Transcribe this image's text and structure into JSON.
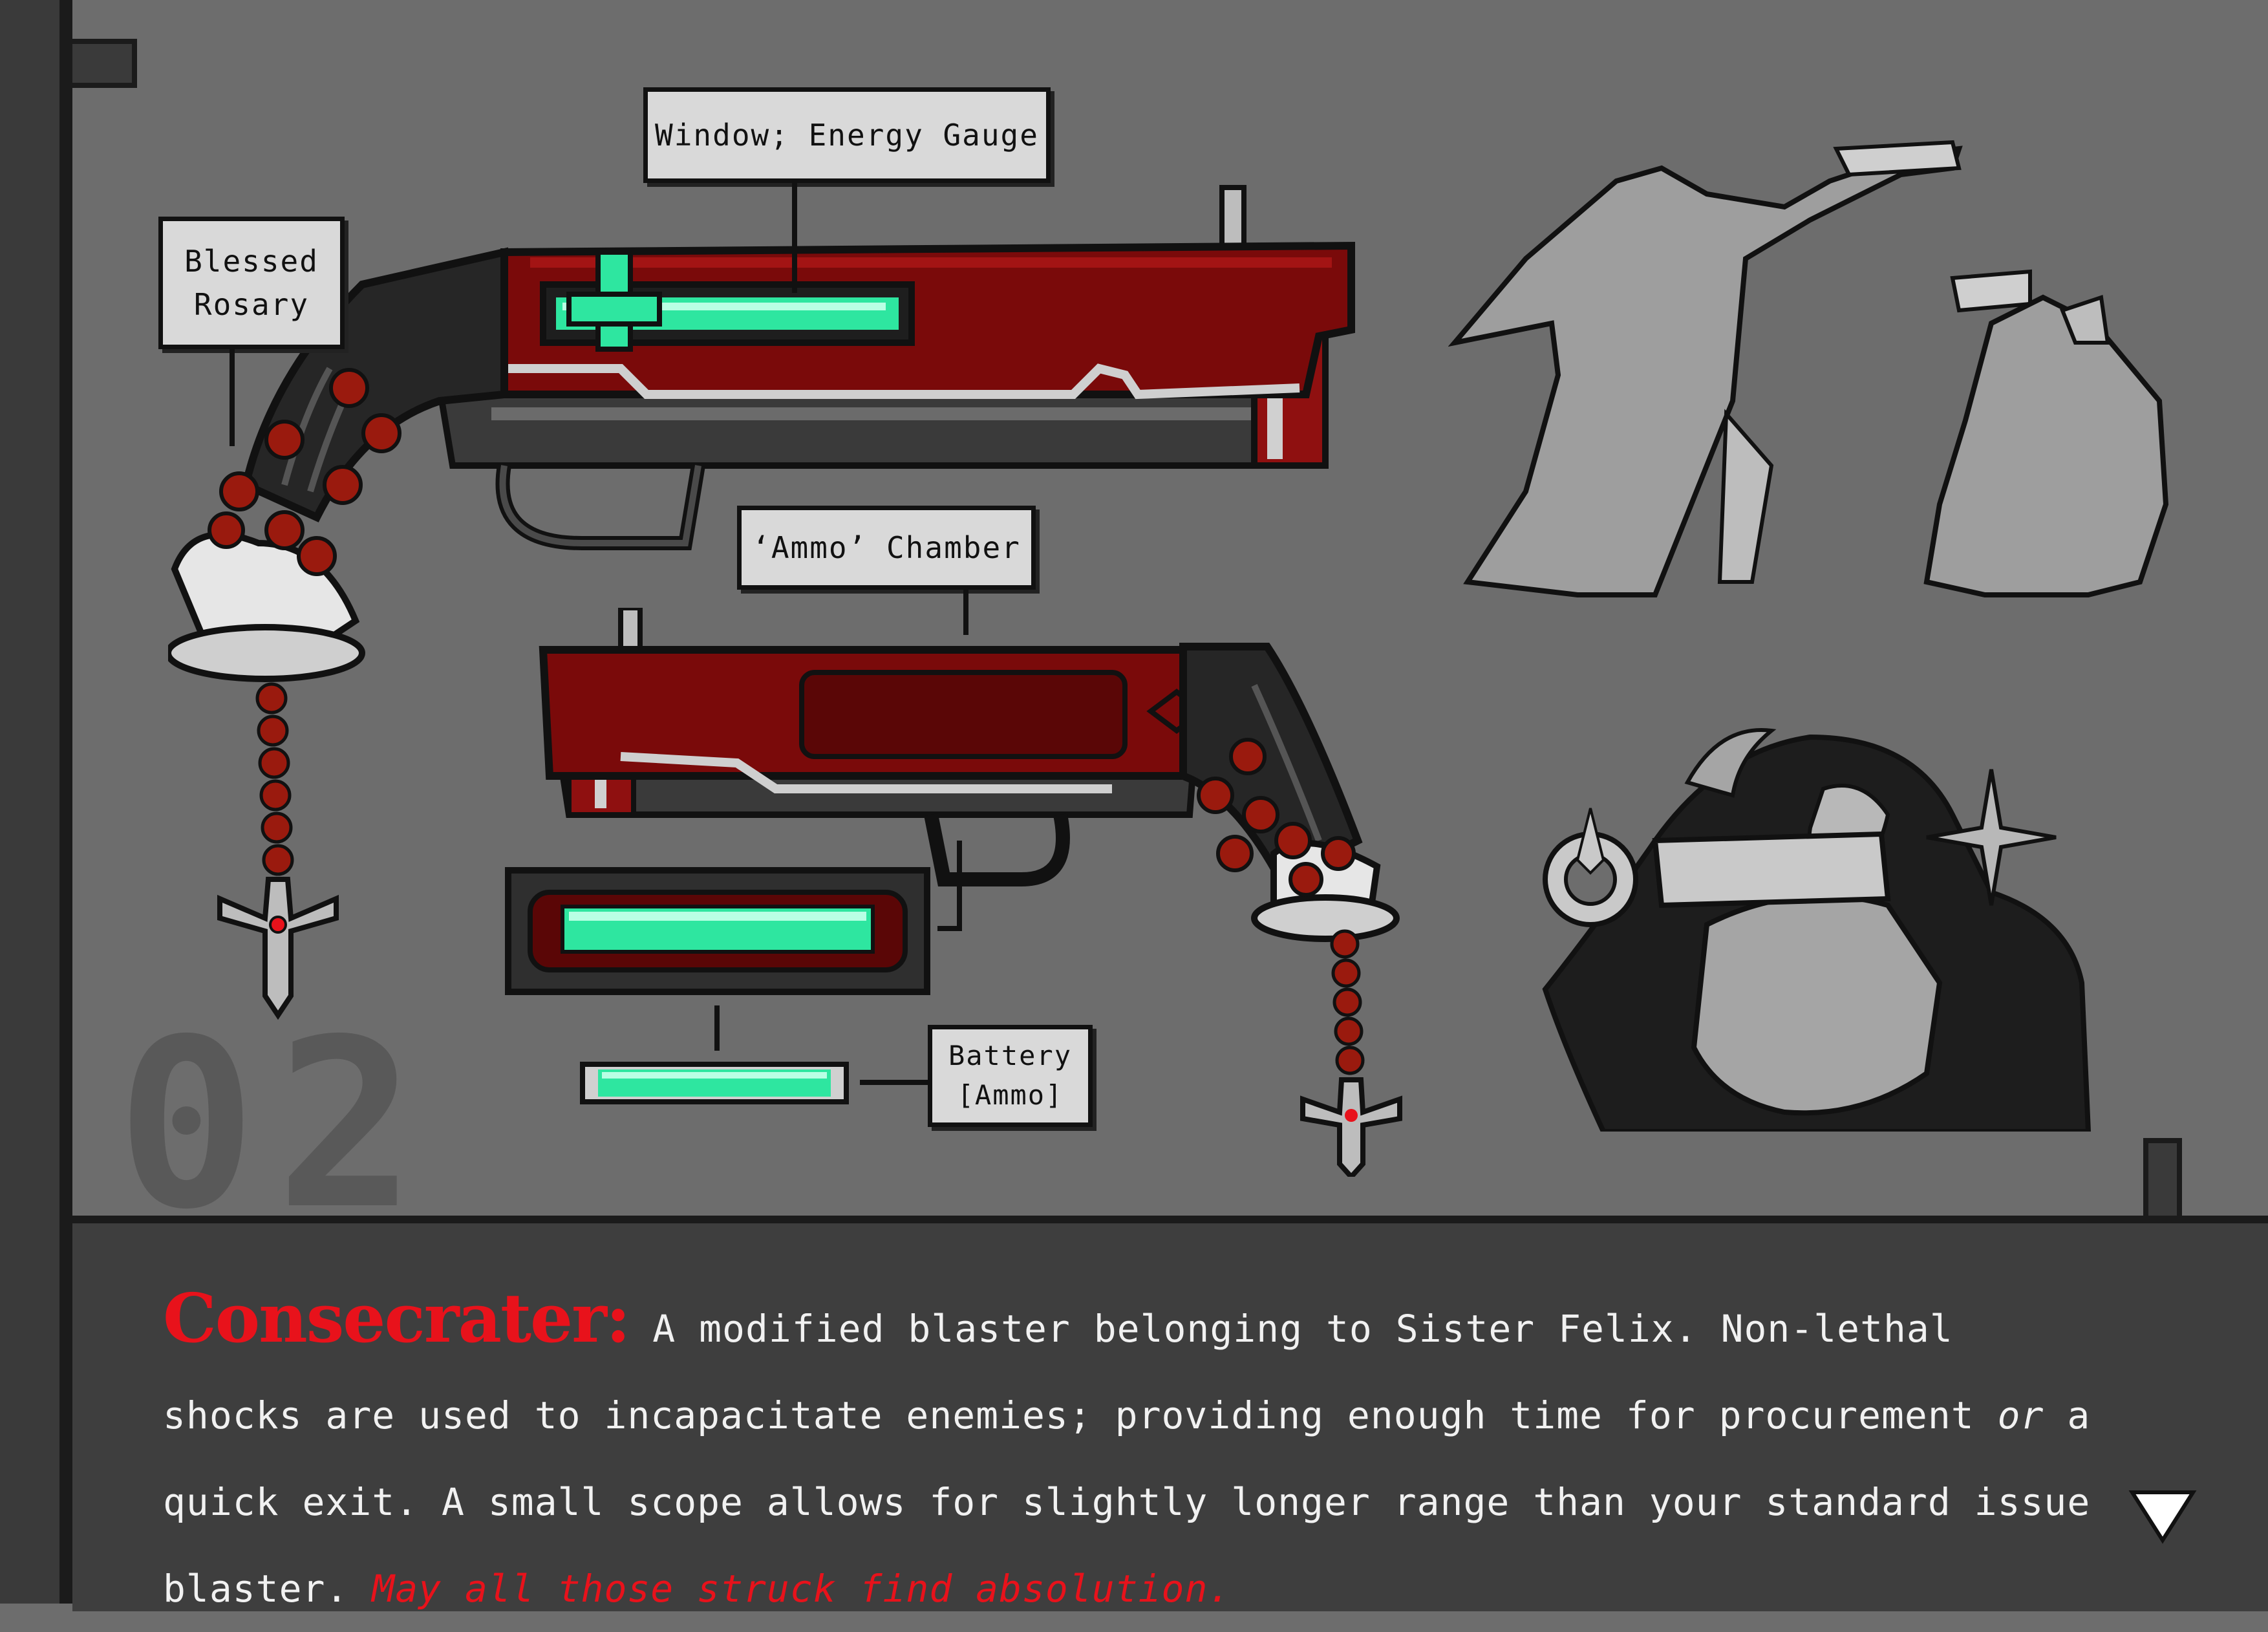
{
  "page": {
    "number": "02"
  },
  "callouts": {
    "window_energy_gauge": "Window; Energy Gauge",
    "blessed_rosary_line1": "Blessed",
    "blessed_rosary_line2": "Rosary",
    "ammo_chamber": "‘Ammo’ Chamber",
    "battery_line1": "Battery",
    "battery_line2": "[Ammo]"
  },
  "description": {
    "weapon_name": "Consecrater:",
    "text_1": " A modified blaster belonging to Sister Felix. Non-lethal shocks are used to incapacitate enemies; providing enough time for procurement ",
    "emphasis": "or",
    "text_2": " a quick exit. A small scope allows for slightly longer range than your standard issue blaster. ",
    "tagline": "May all those struck find absolution."
  },
  "colors": {
    "background": "#6d6d6d",
    "gun_red": "#7a0a0a",
    "energy_green": "#2ee6a0",
    "accent_red": "#e8121b",
    "panel": "#3e3e3e"
  },
  "icons": {
    "next_page": "triangle-down-icon"
  }
}
